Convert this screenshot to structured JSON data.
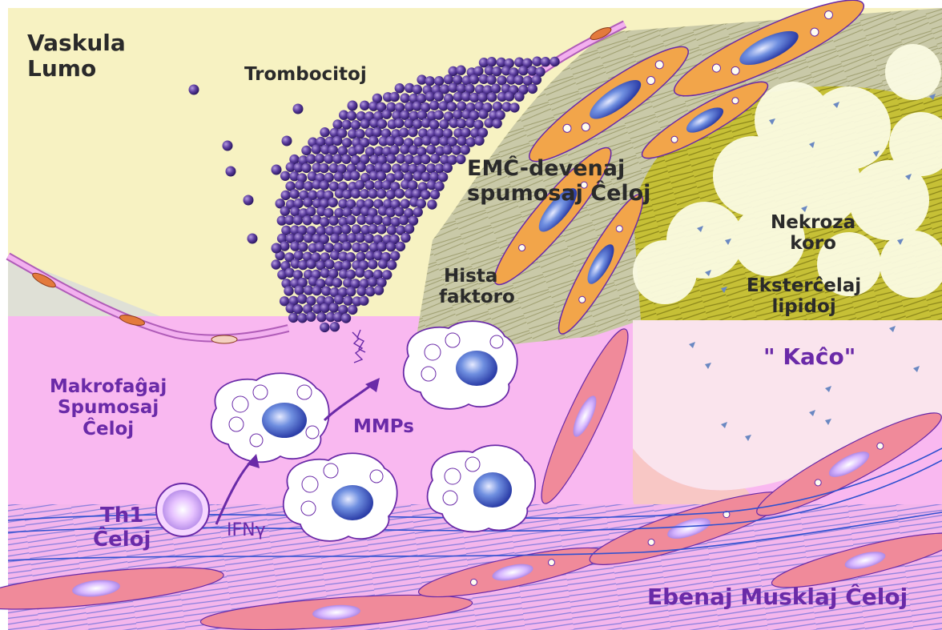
{
  "labels": {
    "vascular_lumen_line1": "Vaskula",
    "vascular_lumen_line2": "Lumo",
    "platelets": "Trombocitoj",
    "ecm_foam_line1": "EMĈ-devenaj",
    "ecm_foam_line2": "spumosaj Ĉeloj",
    "tissue_factor_line1": "Hista",
    "tissue_factor_line2": "faktoro",
    "necrotic_core_line1": "Nekroza",
    "necrotic_core_line2": "koro",
    "extracellular_lipids_line1": "Eksterĉelaj",
    "extracellular_lipids_line2": "lipidoj",
    "cheese": "\" Kaĉo\"",
    "macrophage_line1": "Makrofaĝaj",
    "macrophage_line2": "Spumosaj",
    "macrophage_line3": "Ĉeloj",
    "mmps": "MMPs",
    "th1_line1": "Th1",
    "th1_line2": "Ĉeloj",
    "ifn": "IFNγ",
    "smooth_muscle": "Ebenaj Musklaj Ĉeloj"
  },
  "colors": {
    "lumen": "#f7f2c2",
    "intima": "#f9b8f0",
    "fibrous_cap": "#c9c9a8",
    "necrotic_core": "#c8c23a",
    "platelet": "#5b3d9e",
    "foam_cell_orange": "#f2a54a",
    "smooth_muscle": "#f08a9a",
    "label_dark": "#2a2a2a",
    "label_purple": "#6a2aa8"
  }
}
